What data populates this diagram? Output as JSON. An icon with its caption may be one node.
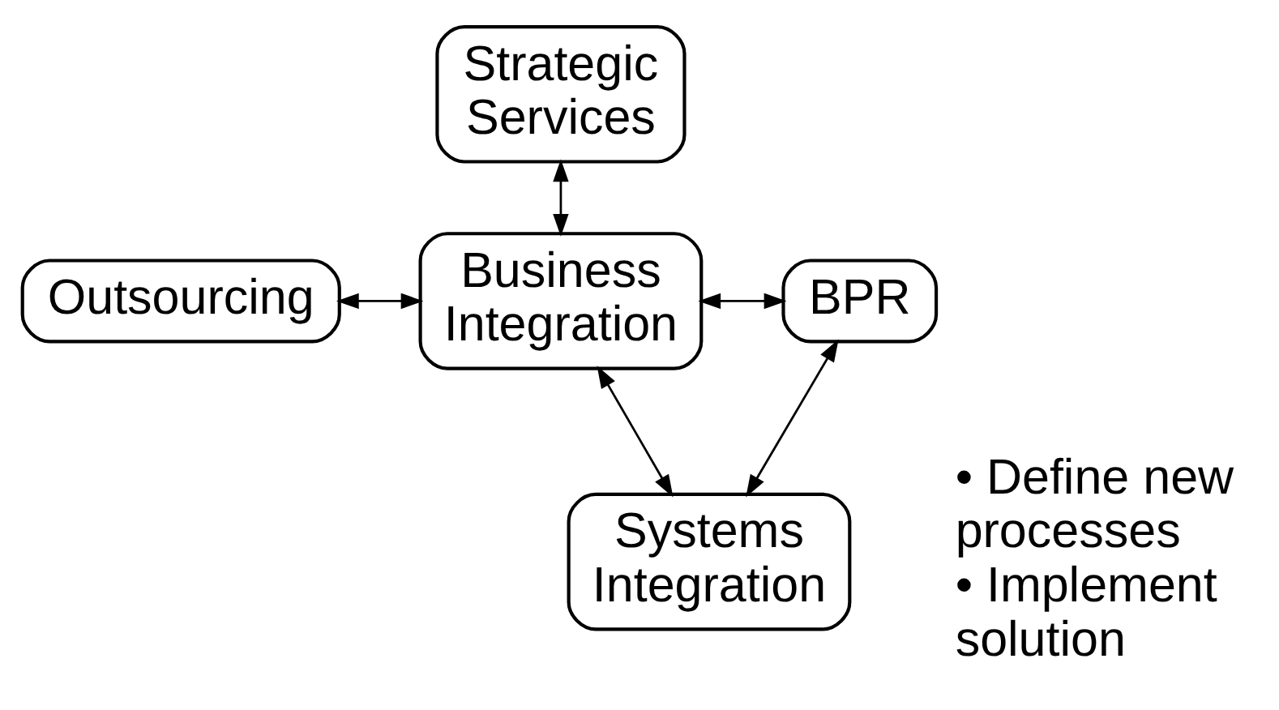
{
  "diagram": {
    "nodes": [
      {
        "text": [
          "Strategic Services"
        ]
      },
      {
        "text": [
          "Outsourcing"
        ]
      },
      {
        "text": [
          "Business Integration"
        ]
      },
      {
        "text": [
          "BPR"
        ]
      },
      {
        "text": [
          "Systems Integration"
        ]
      }
    ],
    "edges": [
      {
        "from": 0,
        "to": 2,
        "arrow": "both"
      },
      {
        "from": 1,
        "to": 2,
        "arrow": "both"
      },
      {
        "from": 2,
        "to": 3,
        "arrow": "both"
      },
      {
        "from": 2,
        "to": 4,
        "arrow": "both"
      },
      {
        "from": 3,
        "to": 4,
        "arrow": "both"
      }
    ],
    "labels": [
      "• Define new processes",
      "• Implement solution"
    ]
  }
}
